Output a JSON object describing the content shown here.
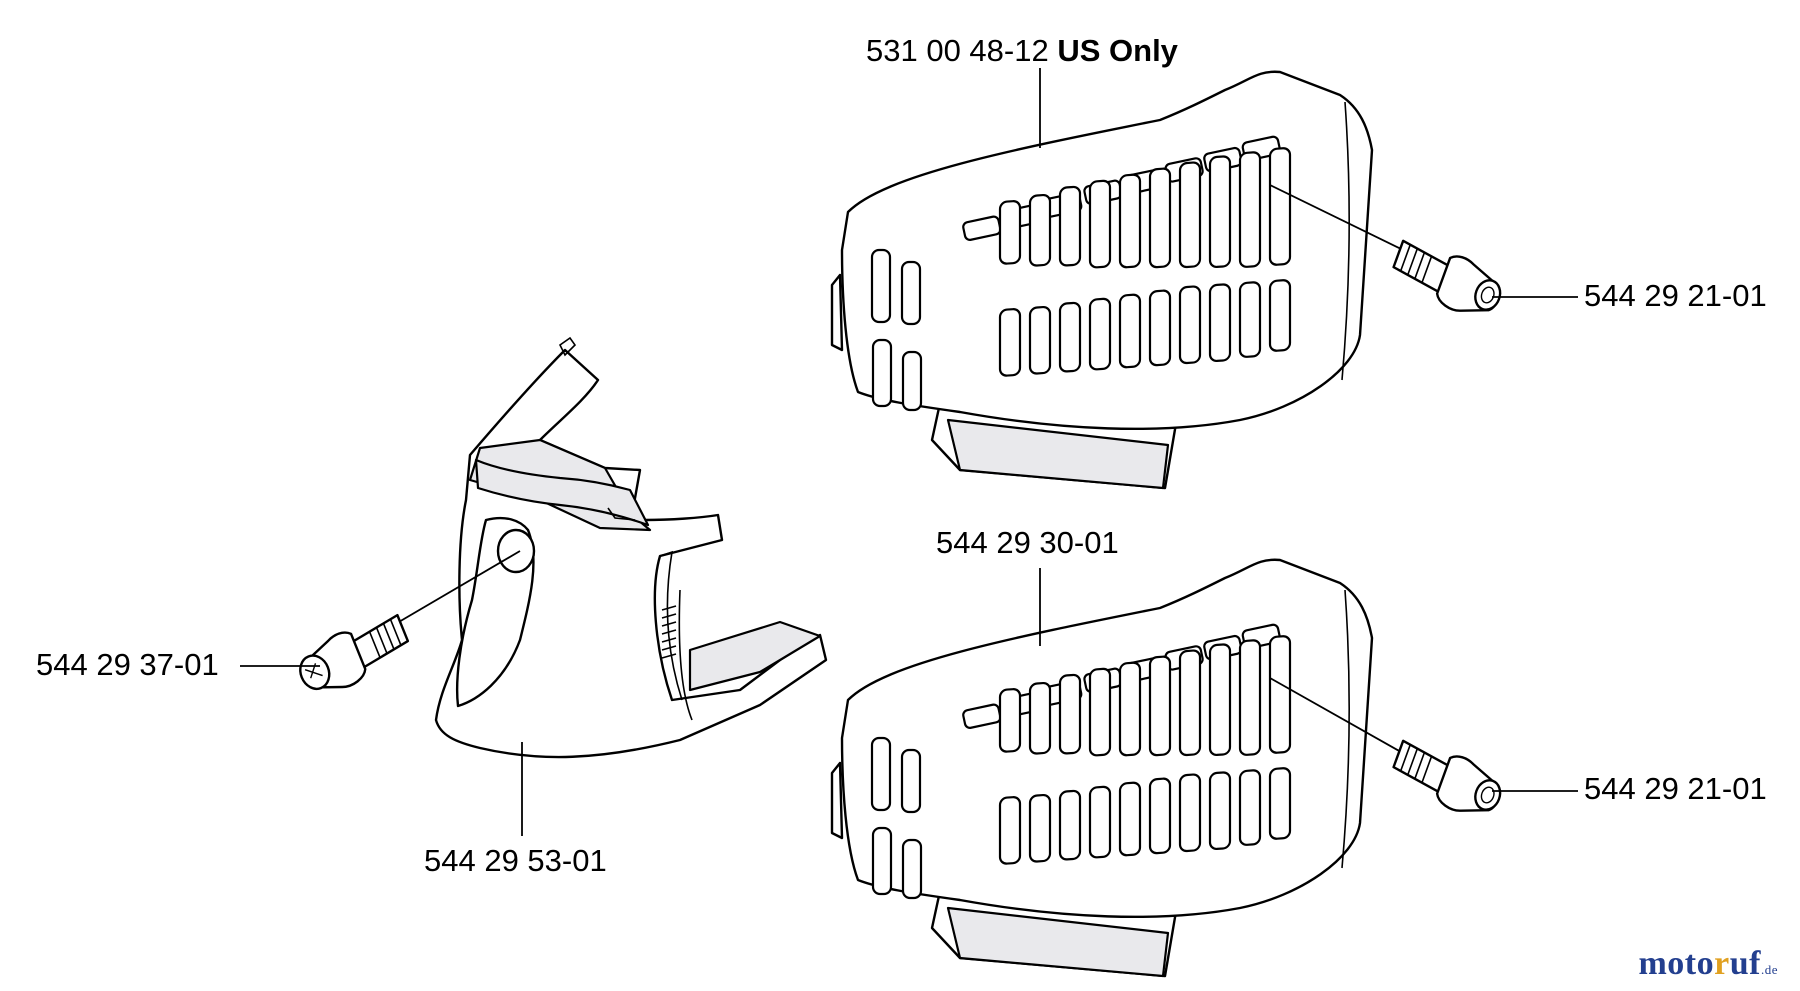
{
  "callouts": {
    "cover_top_part_no": "531 00 48-12",
    "cover_top_note": "US Only",
    "screw_top": "544 29 21-01",
    "cover_bottom": "544 29 30-01",
    "screw_bottom": "544 29 21-01",
    "screw_left": "544 29 37-01",
    "bracket": "544 29 53-01"
  },
  "brand": {
    "part1": "moto",
    "part2": "r",
    "part3": "uf",
    "tld": ".de"
  },
  "colors": {
    "line": "#000000",
    "brand_blue": "#233f8f",
    "brand_orange": "#e0a020"
  }
}
